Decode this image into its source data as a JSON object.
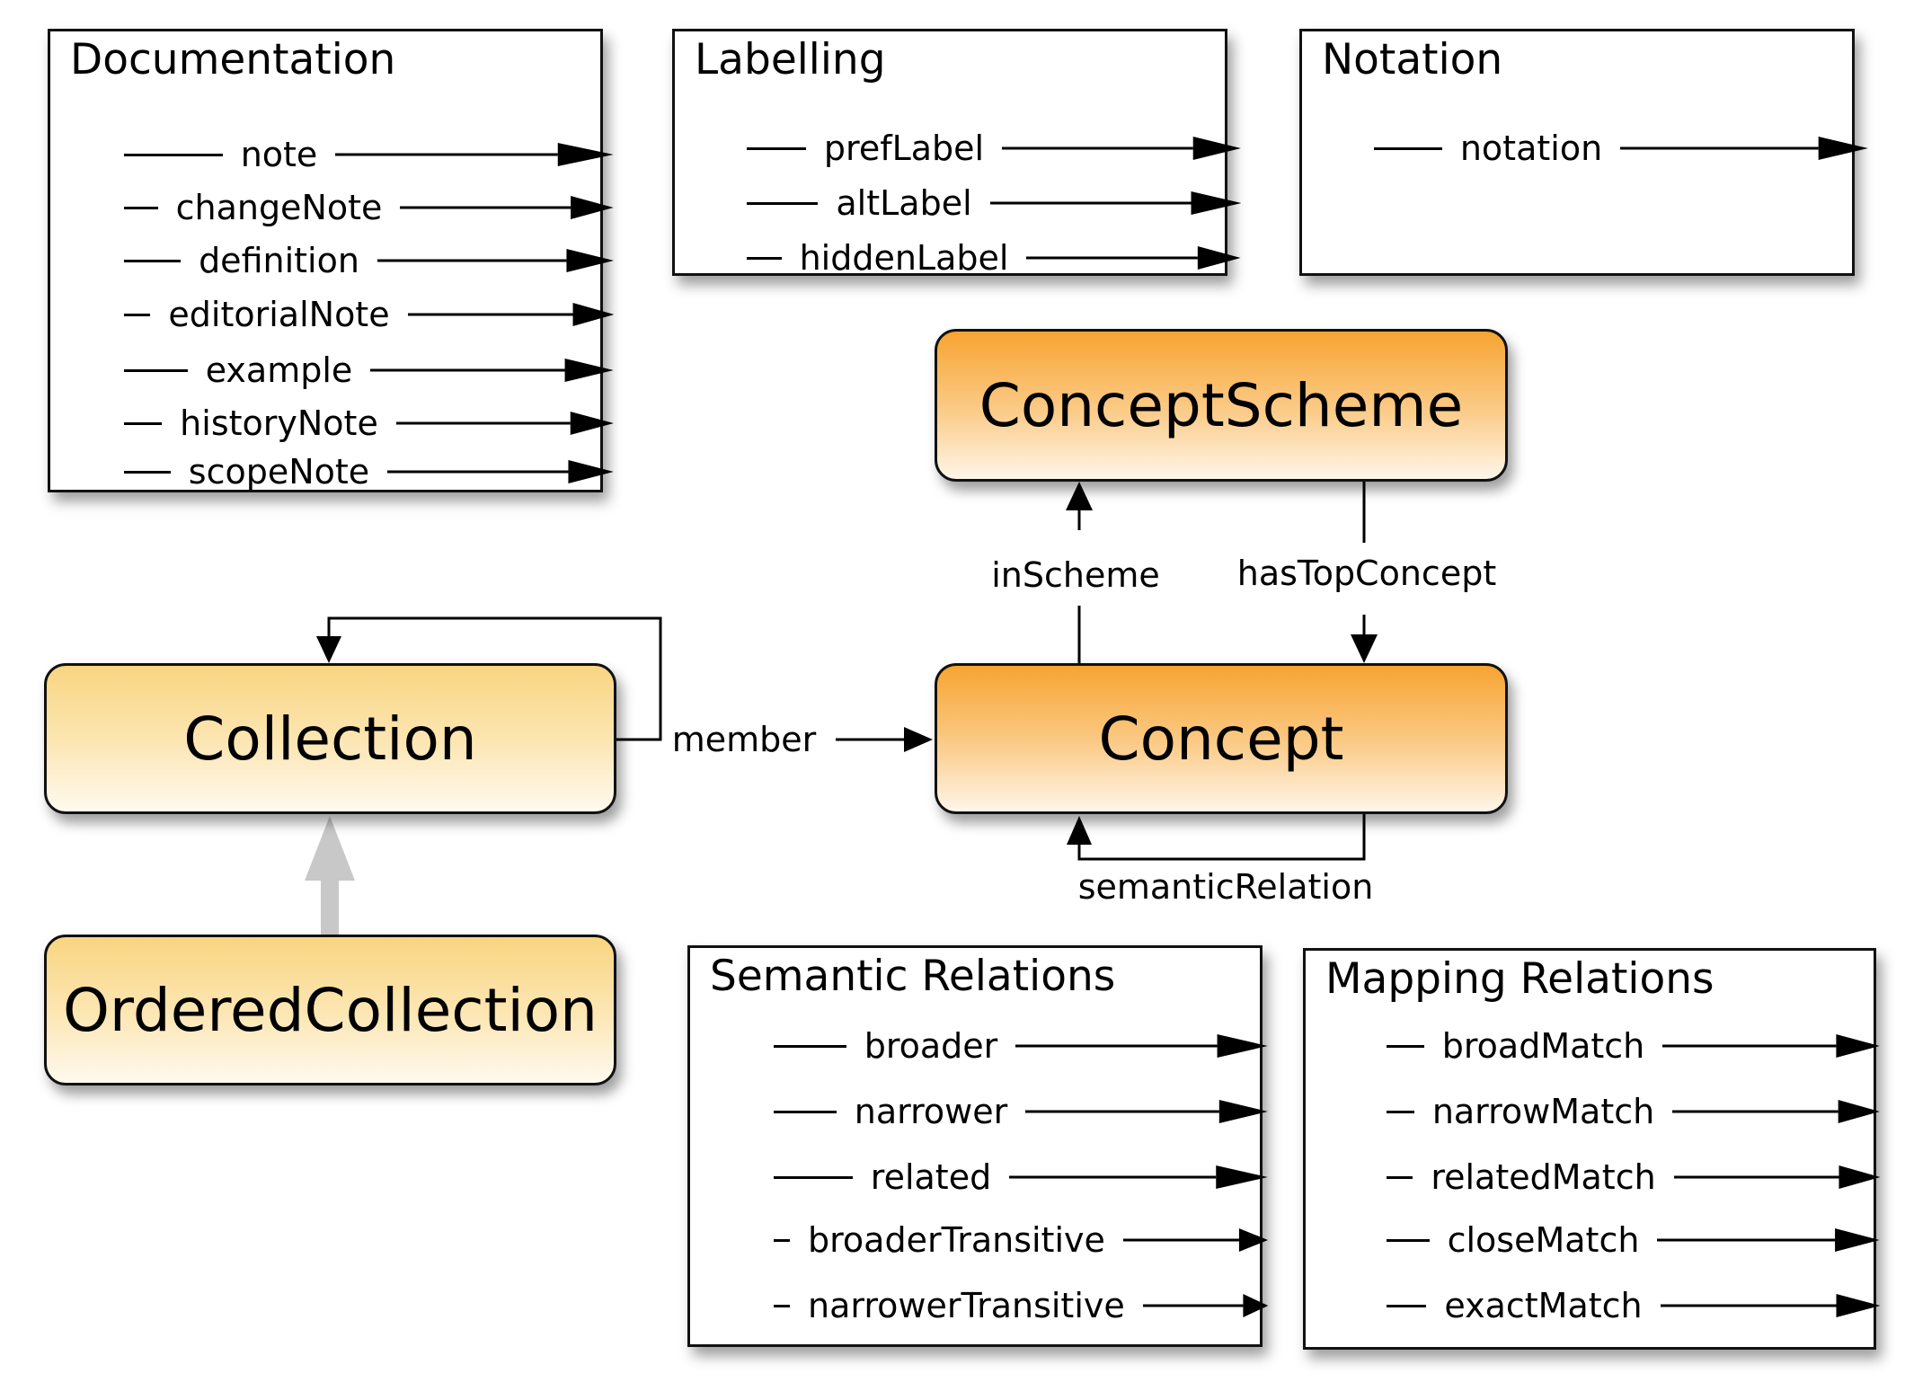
{
  "panels": {
    "documentation": {
      "title": "Documentation",
      "items": [
        "note",
        "changeNote",
        "definition",
        "editorialNote",
        "example",
        "historyNote",
        "scopeNote"
      ]
    },
    "labelling": {
      "title": "Labelling",
      "items": [
        "prefLabel",
        "altLabel",
        "hiddenLabel"
      ]
    },
    "notation": {
      "title": "Notation",
      "items": [
        "notation"
      ]
    },
    "semantic_relations": {
      "title": "Semantic Relations",
      "items": [
        "broader",
        "narrower",
        "related",
        "broaderTransitive",
        "narrowerTransitive"
      ]
    },
    "mapping_relations": {
      "title": "Mapping Relations",
      "items": [
        "broadMatch",
        "narrowMatch",
        "relatedMatch",
        "closeMatch",
        "exactMatch"
      ]
    }
  },
  "nodes": {
    "concept_scheme": "ConceptScheme",
    "concept": "Concept",
    "collection": "Collection",
    "ordered_collection": "OrderedCollection"
  },
  "edges": {
    "in_scheme": "inScheme",
    "has_top_concept": "hasTopConcept",
    "member": "member",
    "semantic_relation": "semanticRelation"
  },
  "colors": {
    "concept_fill_top": "#f7a431",
    "collection_fill_top": "#f9d581",
    "subclass_arrow": "#c8c8c8"
  }
}
